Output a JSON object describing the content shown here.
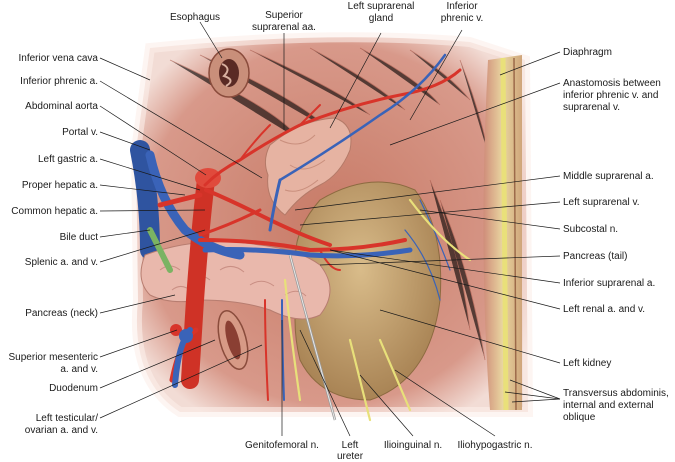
{
  "labels_top": {
    "esophagus": "Esophagus",
    "superior_suprarenal_1": "Superior",
    "superior_suprarenal_2": "suprarenal aa.",
    "left_suprarenal_gland_1": "Left suprarenal",
    "left_suprarenal_gland_2": "gland",
    "inferior_phrenic_v_1": "Inferior",
    "inferior_phrenic_v_2": "phrenic v."
  },
  "labels_left": {
    "inferior_vena_cava": "Inferior vena cava",
    "inferior_phrenic_a": "Inferior phrenic a.",
    "abdominal_aorta": "Abdominal aorta",
    "portal_v": "Portal v.",
    "left_gastric_a": "Left gastric a.",
    "proper_hepatic_a": "Proper hepatic a.",
    "common_hepatic_a": "Common hepatic a.",
    "bile_duct": "Bile duct",
    "splenic_a_v": "Splenic a. and v.",
    "pancreas_neck": "Pancreas (neck)",
    "superior_mesenteric_1": "Superior mesenteric",
    "superior_mesenteric_2": "a. and v.",
    "duodenum": "Duodenum",
    "left_testicular_1": "Left testicular/",
    "left_testicular_2": "ovarian a. and v."
  },
  "labels_right": {
    "diaphragm": "Diaphragm",
    "anastomosis_1": "Anastomosis between",
    "anastomosis_2": "inferior phrenic v. and",
    "anastomosis_3": "suprarenal v.",
    "middle_suprarenal_a": "Middle suprarenal a.",
    "left_suprarenal_v": "Left suprarenal v.",
    "subcostal_n": "Subcostal n.",
    "pancreas_tail": "Pancreas (tail)",
    "inferior_suprarenal_a": "Inferior suprarenal a.",
    "left_renal_a_v": "Left renal a. and v.",
    "left_kidney": "Left kidney",
    "transversus_1": "Transversus abdominis,",
    "transversus_2": "internal and external",
    "transversus_3": "oblique"
  },
  "labels_bottom": {
    "genitofemoral_n": "Genitofemoral n.",
    "left_ureter_1": "Left",
    "left_ureter_2": "ureter",
    "ilioinguinal_n": "Ilioinguinal n.",
    "iliohypogastric_n": "Iliohypogastric n."
  },
  "colors": {
    "muscle": "#c97f6e",
    "kidney": "#c8a978",
    "pancreas": "#e8b4a8",
    "artery": "#d8342a",
    "vein": "#3a63b8",
    "nerve": "#e8e07a"
  }
}
